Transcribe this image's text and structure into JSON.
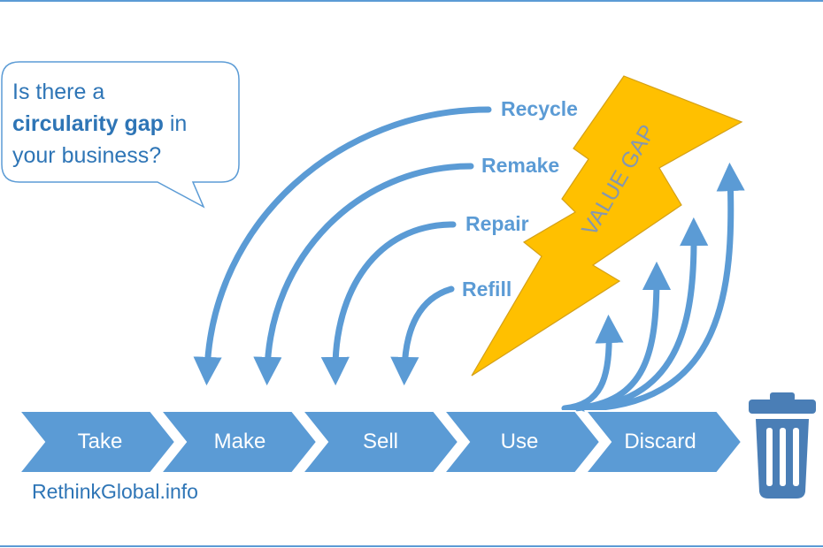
{
  "speech_bubble": {
    "line1": "Is there a",
    "emphasis": "circularity gap",
    "line2_rest": " in",
    "line3": "your business?"
  },
  "loops": [
    {
      "label": "Recycle"
    },
    {
      "label": "Remake"
    },
    {
      "label": "Repair"
    },
    {
      "label": "Refill"
    }
  ],
  "lightning": {
    "label": "VALUE GAP",
    "color": "#ffc000"
  },
  "chain": [
    {
      "label": "Take"
    },
    {
      "label": "Make"
    },
    {
      "label": "Sell"
    },
    {
      "label": "Use"
    },
    {
      "label": "Discard"
    }
  ],
  "trash_icon": "trash-bin-icon",
  "footer": {
    "text": "RethinkGlobal.info"
  },
  "colors": {
    "accent": "#5b9bd5",
    "text": "#2e75b6",
    "lightning": "#ffc000",
    "bin": "#4a7eb6"
  }
}
